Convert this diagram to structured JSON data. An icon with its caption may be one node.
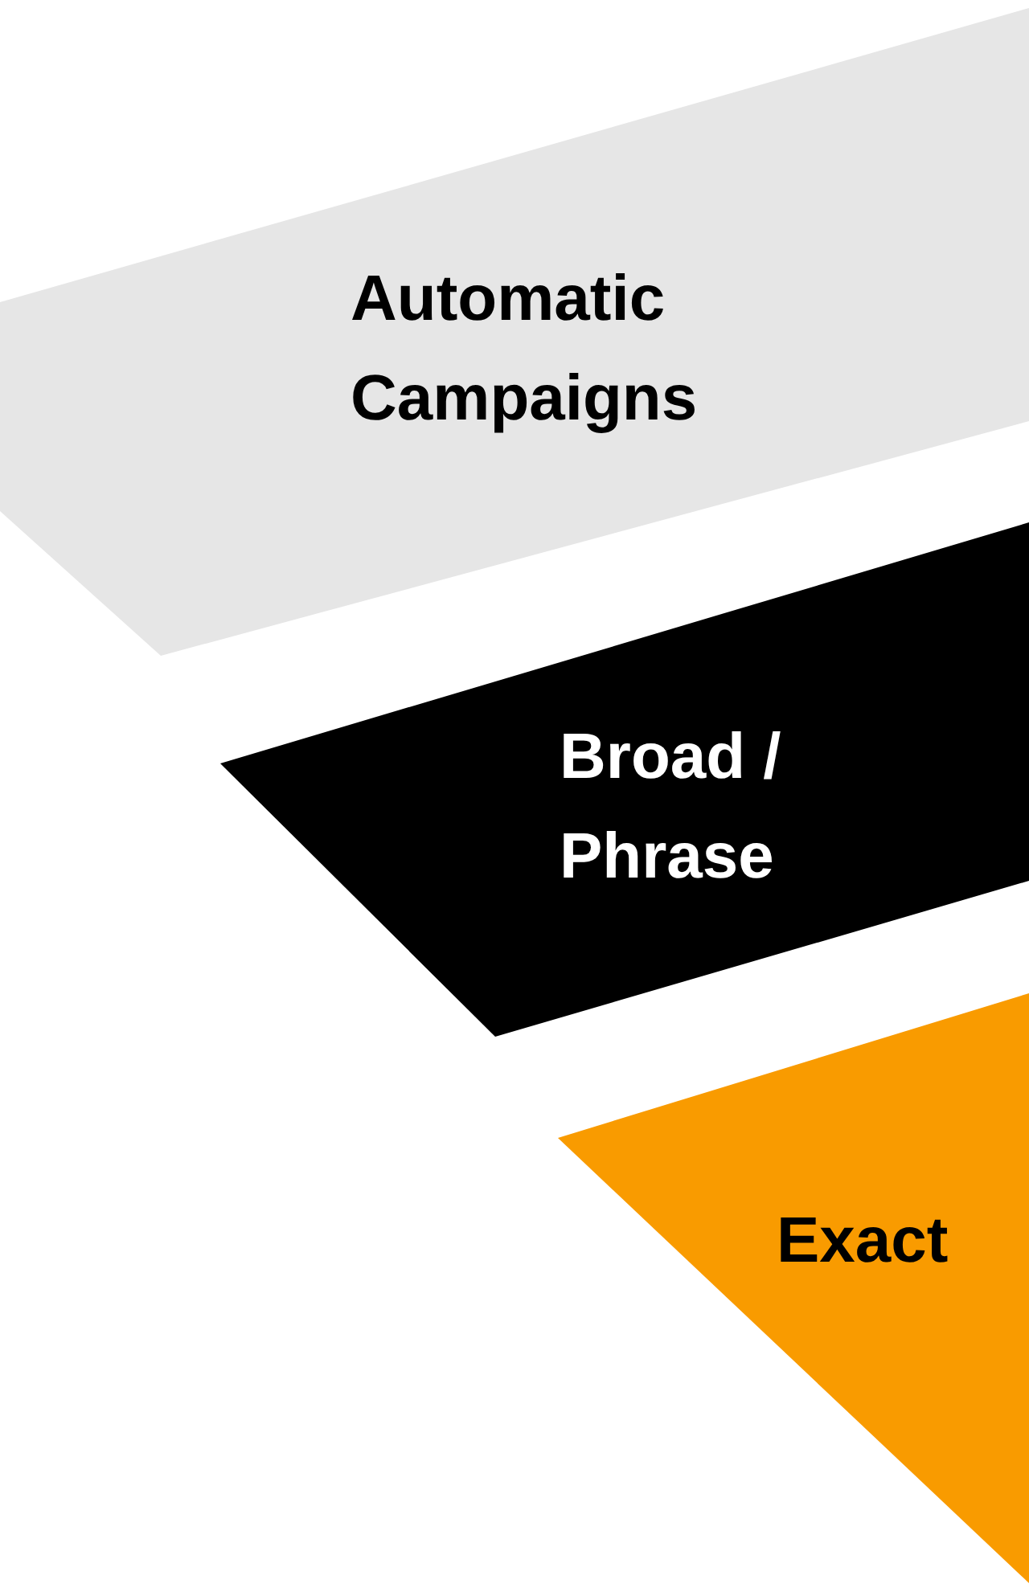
{
  "diagram": {
    "nodes": [
      {
        "text": [
          "Automatic Campaigns"
        ]
      },
      {
        "text": [
          "Broad / Phrase"
        ]
      },
      {
        "text": [
          "Exact"
        ]
      }
    ]
  }
}
